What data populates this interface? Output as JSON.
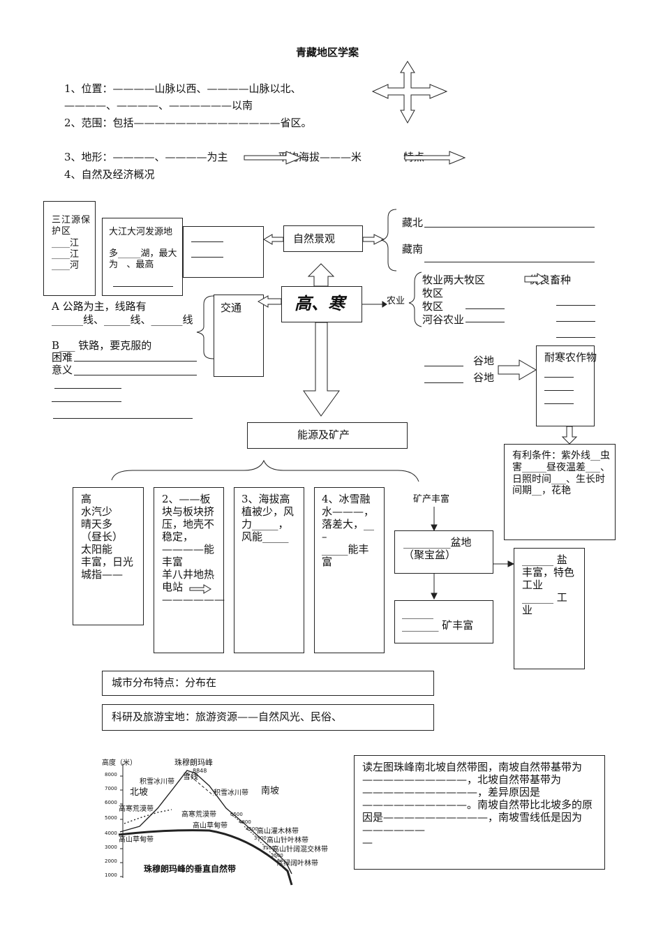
{
  "title": "青藏地区学案",
  "header": {
    "q1_line1": "1、位置：————山脉以西、————山脉以北、",
    "q1_line2": "————、————、——————以南",
    "q2": "2、范围：包括——————————————省区。",
    "q3": "3、地形：————、————为主",
    "q3_mid": "平均海拔———米",
    "q3_feature": "特点",
    "q4": "4、自然及经济概况"
  },
  "sanjiangyuan": {
    "title": "三江源保护区",
    "items": [
      "____江",
      "____江",
      "____河"
    ]
  },
  "dajiang": {
    "title": "大江大河发源地",
    "line": "多_____湖，最大为   、最高"
  },
  "ziran": {
    "label": "自然景观",
    "north": "藏北",
    "south": "藏南"
  },
  "center": {
    "label": "高、寒"
  },
  "jiaotong": {
    "label": "交通",
    "a_line1": "A 公路为主，线路有",
    "a_line2": "______线、_____线、______线",
    "b_line1": "B___ 铁路，要克服的",
    "b_line2": "困难",
    "b_line3": "意义"
  },
  "nongye": {
    "label": "农业",
    "item1": "牧业两大牧区",
    "item1_tail": "优良畜种",
    "item2": "牧区",
    "item3": "牧区",
    "item4": "河谷农业",
    "valley1": "谷地",
    "valley2": "谷地",
    "crops": "耐寒农作物",
    "favorable": "有利条件：紫外线__虫害_____昼夜温差___、日照时间___、生长时间期__，花艳"
  },
  "energy": {
    "label": "能源及矿产",
    "col1": "高\n水汽少\n晴天多\n（昼长）\n太阳能\n丰富，日光城指——",
    "col2": "2、——板块与板块挤压，地壳不稳定，————能丰富\n羊八井地热电站——————",
    "col3": "3、海拔高植被少，风力_____，\n风能_____",
    "col4": "4、冰雪融水———，落差大，__\n–\n_____能丰富",
    "minerals": "矿产丰富",
    "basin": "_________盆地\n（聚宝盆）",
    "salt": "______ 盐\n丰富，特色\n工业\n______ 工\n业",
    "ore": "______\n_______ 矿丰富"
  },
  "city": "城市分布特点：分布在",
  "research": "科研及旅游宝地：旅游资源——自然风光、民俗、",
  "figure": {
    "ylabel": "高度（米）",
    "peak": "珠穆朗玛峰",
    "peak_height": "8848",
    "snowline": "雪线",
    "north_slope": "北坡",
    "south_slope": "南坡",
    "caption": "珠穆朗玛峰的垂直自然带",
    "y_ticks": [
      "8000",
      "7000",
      "6000",
      "5000",
      "4000",
      "3000",
      "2000",
      "1000"
    ],
    "zone_labels": [
      "积雪冰川带",
      "积雪冰川带",
      "高寒荒漠带",
      "高寒荒漠带",
      "高山草甸带",
      "高山草甸带",
      "高山灌木林带",
      "高山针叶林带",
      "高山针阔混交林带",
      "常绿阔叶林带"
    ],
    "heights": [
      "5500",
      "4800",
      "4500",
      "3900",
      "3100",
      "2500"
    ]
  },
  "reading": "读左图珠峰南北坡自然带图，南坡自然带基带为——————————，北坡自然带基带为———————————，差异原因是——————————。南坡自然带比北坡多的原因是——————————，南坡雪线低是因为——————\n—"
}
